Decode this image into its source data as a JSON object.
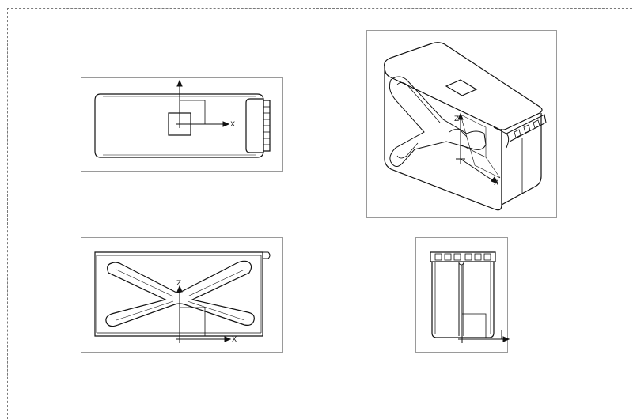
{
  "sheet": {
    "border_style": "dashed",
    "border_color": "#7a7a7a"
  },
  "views": {
    "top": {
      "axis_x_label": "X"
    },
    "iso": {
      "axis_z_label": "Z",
      "axis_x_label": "X"
    },
    "front": {
      "axis_z_label": "Z",
      "axis_x_label": "X"
    },
    "side": {}
  }
}
